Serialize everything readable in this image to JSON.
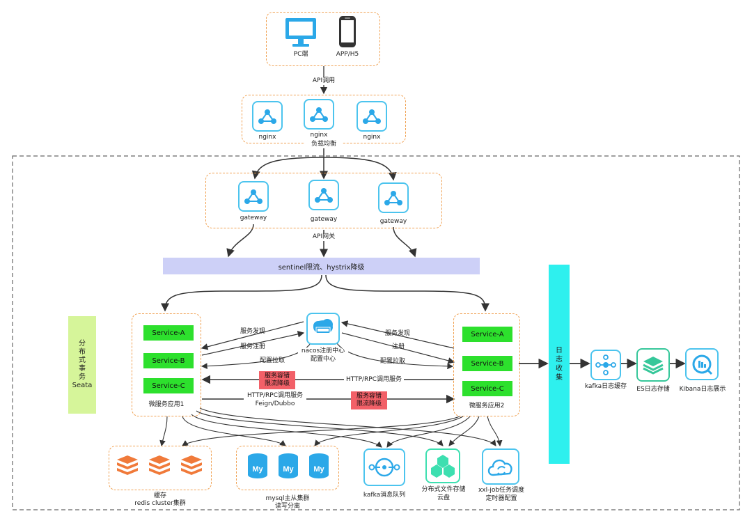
{
  "clients": {
    "pc_label": "PC端",
    "app_label": "APP/H5"
  },
  "api_call_label": "API调用",
  "nginx": {
    "nodes": [
      "nginx",
      "nginx",
      "nginx"
    ],
    "caption": "负载均衡"
  },
  "gateway": {
    "nodes": [
      "gateway",
      "gateway",
      "gateway"
    ],
    "caption": "API网关"
  },
  "sentinel_label": "sentinel限流、hystrix降级",
  "seata": {
    "chars": [
      "分",
      "布",
      "式",
      "事",
      "务",
      "Seata"
    ]
  },
  "app1": {
    "services": [
      "Service-A",
      "Service-B",
      "Service-C"
    ],
    "caption": "微服务应用1"
  },
  "app2": {
    "services": [
      "Service-A",
      "Service-B",
      "Service-C"
    ],
    "caption": "微服务应用2"
  },
  "nacos": {
    "line1": "nacos注册中心",
    "line2": "配置中心"
  },
  "left_links": {
    "discover": "服务发现",
    "register": "服务注册",
    "config": "配置拉取"
  },
  "right_links": {
    "discover": "服务发现",
    "register": "注册",
    "config": "配置拉取"
  },
  "fault_box_left": {
    "line1": "服务容错",
    "line2": "限流降级"
  },
  "fault_box_right": {
    "line1": "服务容错",
    "line2": "限流降级"
  },
  "http_rpc_back": "HTTP/RPC调用服务",
  "http_rpc_fwd": {
    "line1": "HTTP/RPC调用服务",
    "line2": "Feign/Dubbo"
  },
  "log_collect": {
    "chars": [
      "日",
      "志",
      "收",
      "集"
    ]
  },
  "log_pipeline": {
    "kafka": "kafka日志缓存",
    "es": "ES日志存储",
    "kibana": "Kibana日志展示"
  },
  "storage": {
    "cache": {
      "line1": "缓存",
      "line2": "redis cluster集群"
    },
    "mysql": {
      "line1": "mysql主从集群",
      "line2": "读写分离",
      "icon_text": "My"
    },
    "kafka_mq": "kafka消息队列",
    "fs": {
      "line1": "分布式文件存储",
      "line2": "云盘"
    },
    "job": {
      "line1": "xxl-job任务调度",
      "line2": "定时器配置"
    }
  },
  "colors": {
    "accent_blue": "#2ba8e8",
    "icon_border": "#4cc4ee",
    "service_green": "#2de02d",
    "fault_red": "#f26068",
    "sentinel_purple": "#cdd0f7",
    "seata_green": "#d6f59a",
    "log_cyan": "#2ef0ee",
    "redis_orange": "#f07a3a",
    "fs_green": "#3ddfb0",
    "es_green": "#36c79a"
  }
}
